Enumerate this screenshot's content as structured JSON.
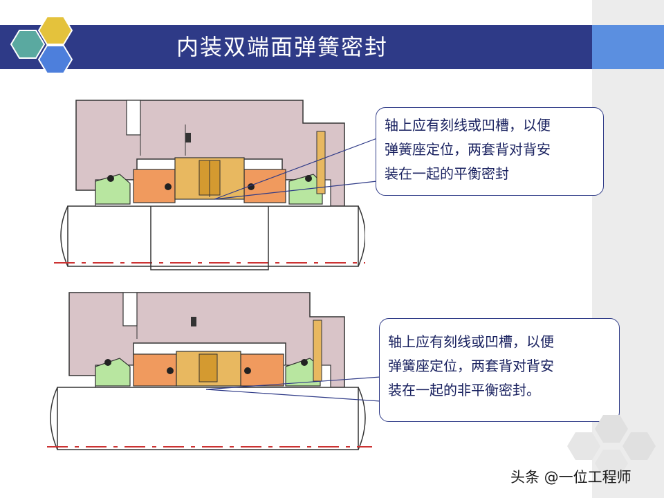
{
  "slide": {
    "title": "内装双端面弹簧密封",
    "callout_top": [
      "轴上应有刻线或凹槽，以便",
      "弹簧座定位，两套背对背安",
      "装在一起的平衡密封"
    ],
    "callout_bottom": [
      "轴上应有刻线或凹槽，以便",
      "弹簧座定位，两套背对背安",
      "装在一起的非平衡密封。"
    ],
    "watermark": "头条 @一位工程师"
  },
  "colors": {
    "title_bar": "#2e3a87",
    "title_bar_ext": "#5b8fe0",
    "housing": "#d9c4c8",
    "seal_orange": "#f09a5e",
    "seal_green": "#b8e6a0",
    "spring_gold": "#e8b860",
    "hex_teal": "#5aa9a0",
    "hex_yellow": "#e4c23c",
    "hex_blue": "#4d7fdc"
  }
}
